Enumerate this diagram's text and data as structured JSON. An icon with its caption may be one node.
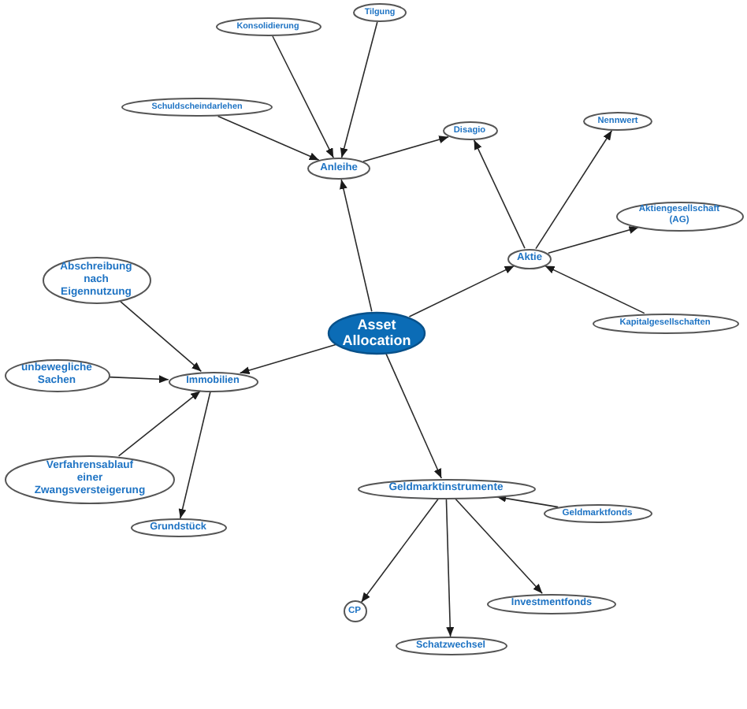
{
  "diagram": {
    "nodes": [
      {
        "text": [
          "Asset Allocation"
        ]
      },
      {
        "text": [
          "Anleihe"
        ]
      },
      {
        "text": [
          "Konsolidierung"
        ]
      },
      {
        "text": [
          "Tilgung"
        ]
      },
      {
        "text": [
          "Schuldscheindarlehen"
        ]
      },
      {
        "text": [
          "Disagio"
        ]
      },
      {
        "text": [
          "Aktie"
        ]
      },
      {
        "text": [
          "Nennwert"
        ]
      },
      {
        "text": [
          "Aktiengesellschaft (AG)"
        ]
      },
      {
        "text": [
          "Kapitalgesellschaften"
        ]
      },
      {
        "text": [
          "Abschreibung nach Eigennutzung"
        ]
      },
      {
        "text": [
          "unbewegliche Sachen"
        ]
      },
      {
        "text": [
          "Immobilien"
        ]
      },
      {
        "text": [
          "Verfahrensablauf einer Zwangsversteigerung"
        ]
      },
      {
        "text": [
          "Grundstück"
        ]
      },
      {
        "text": [
          "Geldmarktinstrumente"
        ]
      },
      {
        "text": [
          "Geldmarktfonds"
        ]
      },
      {
        "text": [
          "CP"
        ]
      },
      {
        "text": [
          "Schatzwechsel"
        ]
      },
      {
        "text": [
          "Investmentfonds"
        ]
      }
    ],
    "edges": [
      {
        "from": 0,
        "to": 1,
        "arrow": "to"
      },
      {
        "from": 0,
        "to": 6,
        "arrow": "to"
      },
      {
        "from": 0,
        "to": 12,
        "arrow": "to"
      },
      {
        "from": 0,
        "to": 15,
        "arrow": "to"
      },
      {
        "from": 2,
        "to": 1,
        "arrow": "to"
      },
      {
        "from": 3,
        "to": 1,
        "arrow": "to"
      },
      {
        "from": 4,
        "to": 1,
        "arrow": "to"
      },
      {
        "from": 1,
        "to": 5,
        "arrow": "to"
      },
      {
        "from": 6,
        "to": 5,
        "arrow": "to"
      },
      {
        "from": 6,
        "to": 7,
        "arrow": "to"
      },
      {
        "from": 6,
        "to": 8,
        "arrow": "to"
      },
      {
        "from": 9,
        "to": 6,
        "arrow": "to"
      },
      {
        "from": 10,
        "to": 12,
        "arrow": "to"
      },
      {
        "from": 11,
        "to": 12,
        "arrow": "to"
      },
      {
        "from": 13,
        "to": 12,
        "arrow": "to"
      },
      {
        "from": 12,
        "to": 14,
        "arrow": "to"
      },
      {
        "from": 16,
        "to": 15,
        "arrow": "to"
      },
      {
        "from": 15,
        "to": 17,
        "arrow": "to"
      },
      {
        "from": 15,
        "to": 18,
        "arrow": "to"
      },
      {
        "from": 15,
        "to": 19,
        "arrow": "to"
      }
    ]
  }
}
